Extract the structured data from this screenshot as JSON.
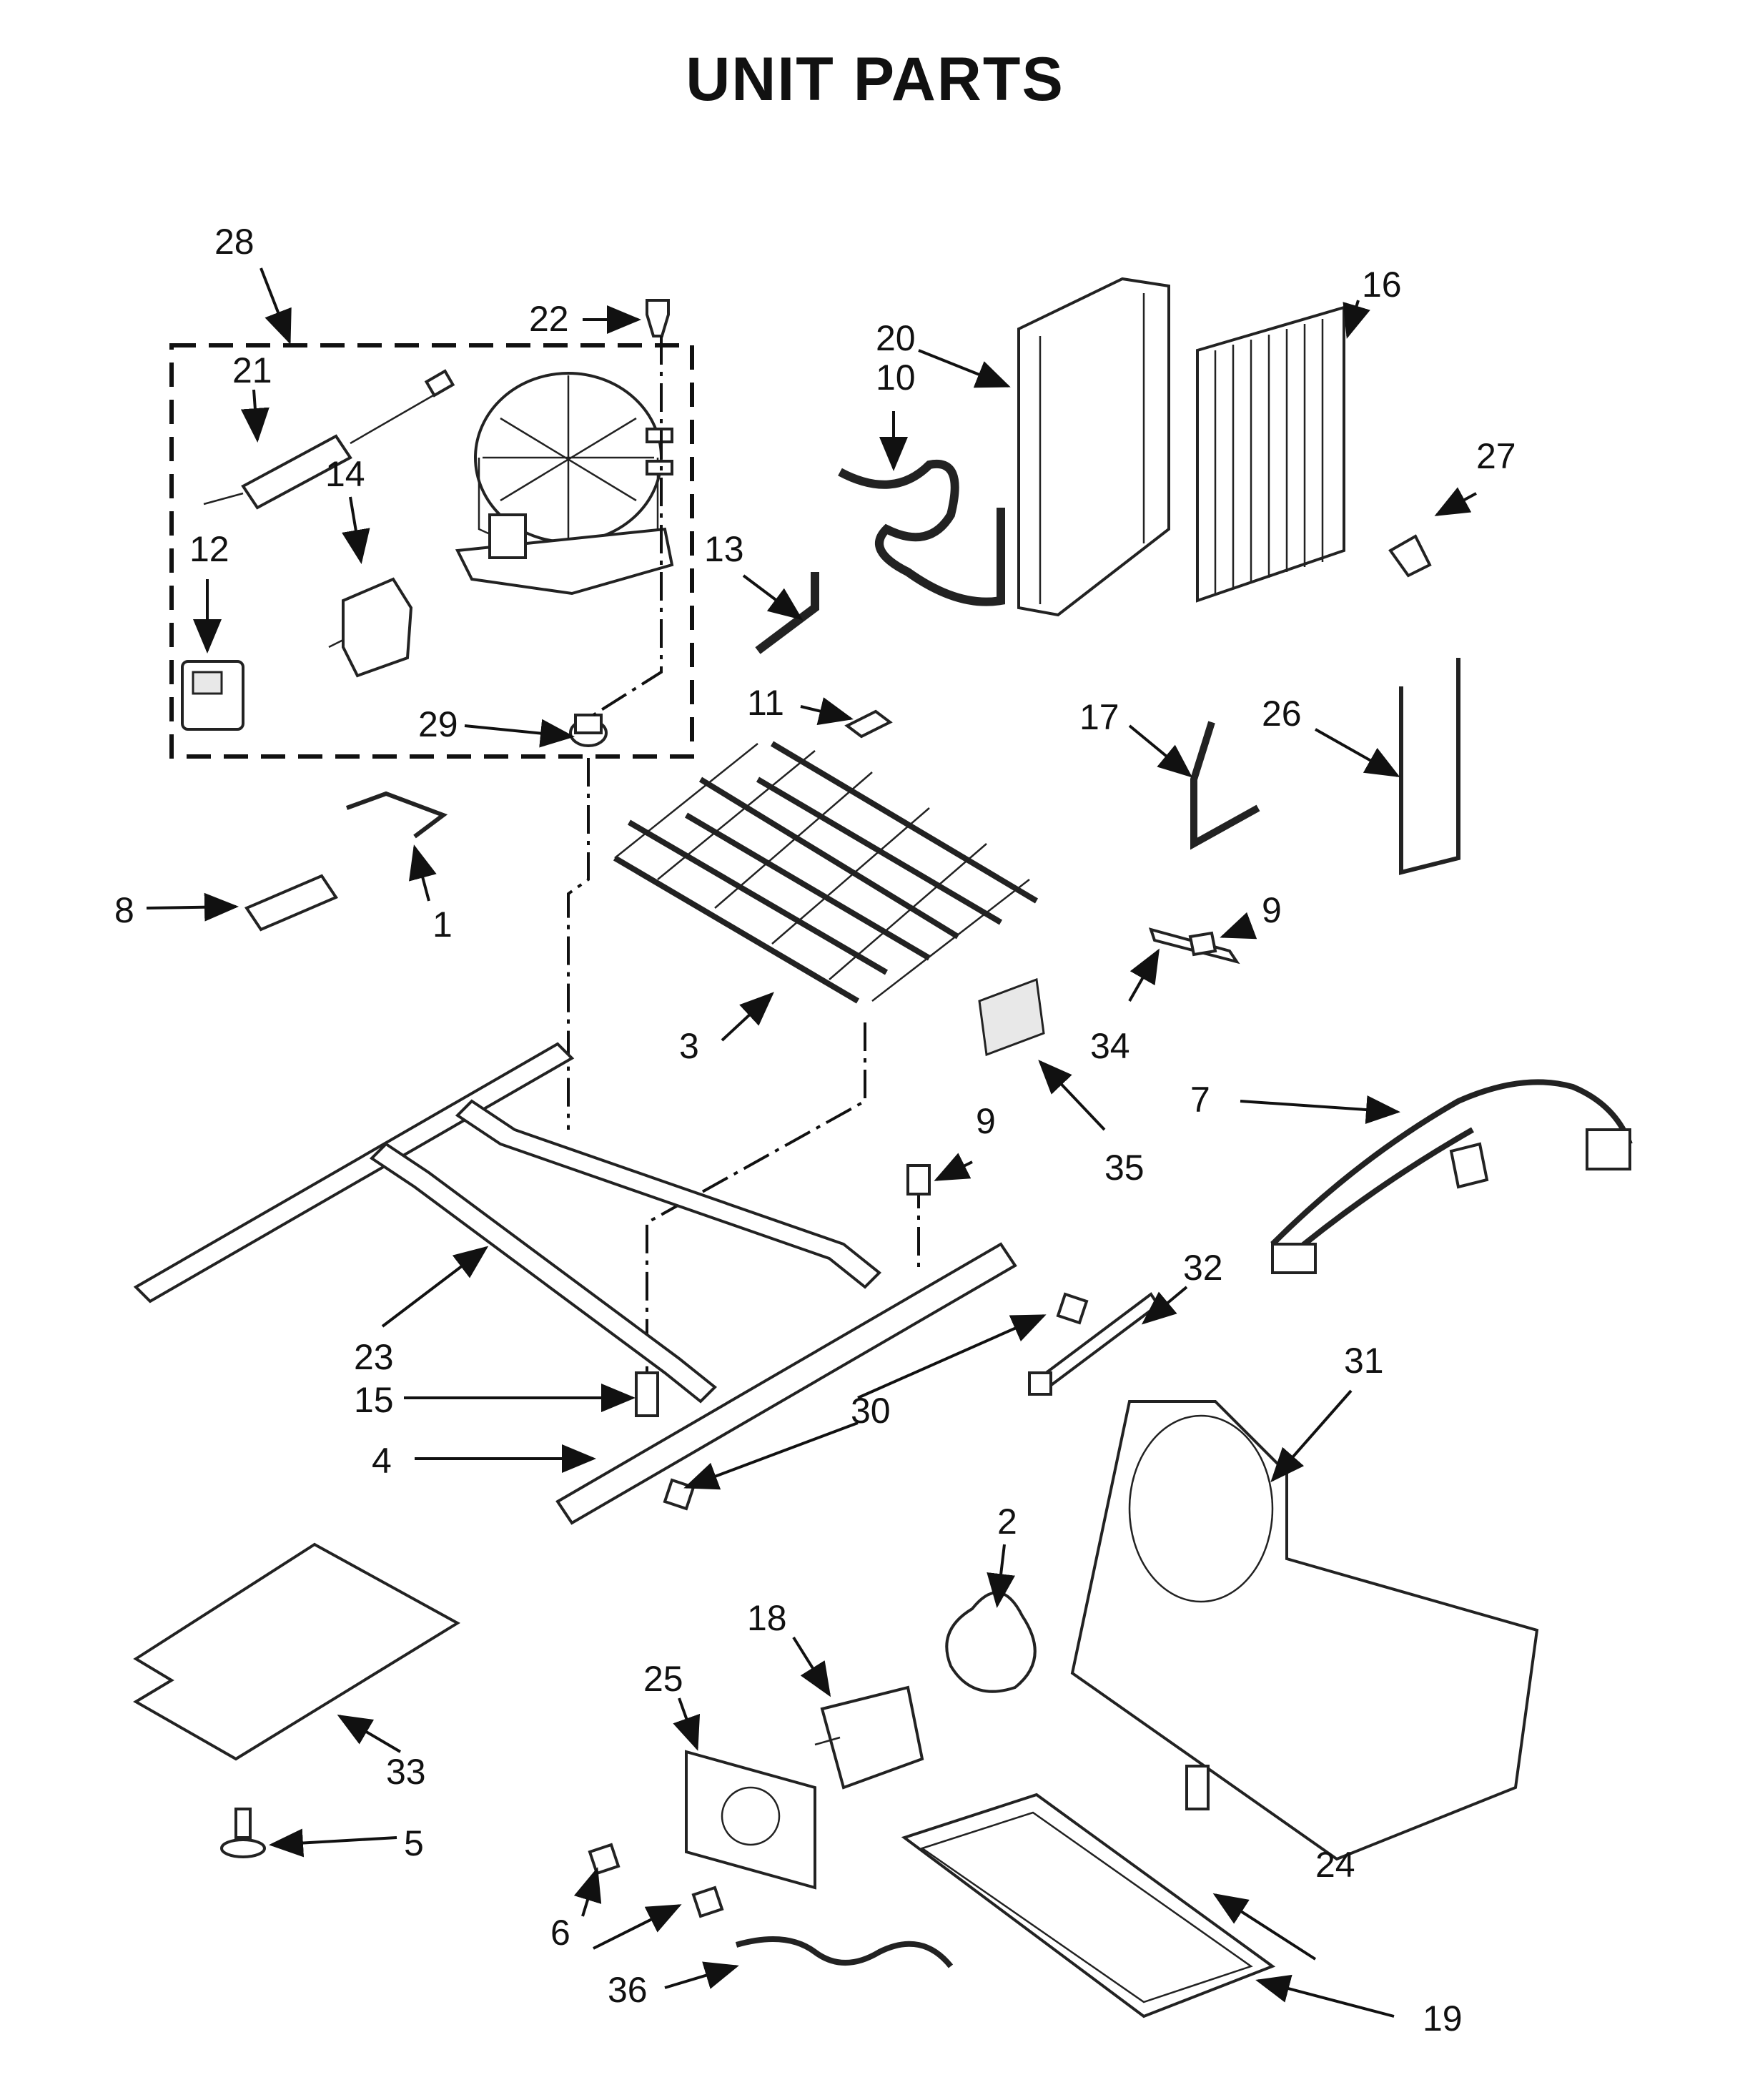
{
  "title": "UNIT PARTS",
  "callouts": {
    "c1": "1",
    "c2": "2",
    "c3": "3",
    "c4": "4",
    "c5": "5",
    "c6": "6",
    "c7": "7",
    "c8": "8",
    "c9a": "9",
    "c9b": "9",
    "c10": "10",
    "c11": "11",
    "c12": "12",
    "c13": "13",
    "c14": "14",
    "c15": "15",
    "c16": "16",
    "c17": "17",
    "c18": "18",
    "c19": "19",
    "c20": "20",
    "c21": "21",
    "c22": "22",
    "c23": "23",
    "c24": "24",
    "c25": "25",
    "c26": "26",
    "c27": "27",
    "c28": "28",
    "c29": "29",
    "c30": "30",
    "c31": "31",
    "c32": "32",
    "c33": "33",
    "c34": "34",
    "c35": "35",
    "c36": "36"
  }
}
